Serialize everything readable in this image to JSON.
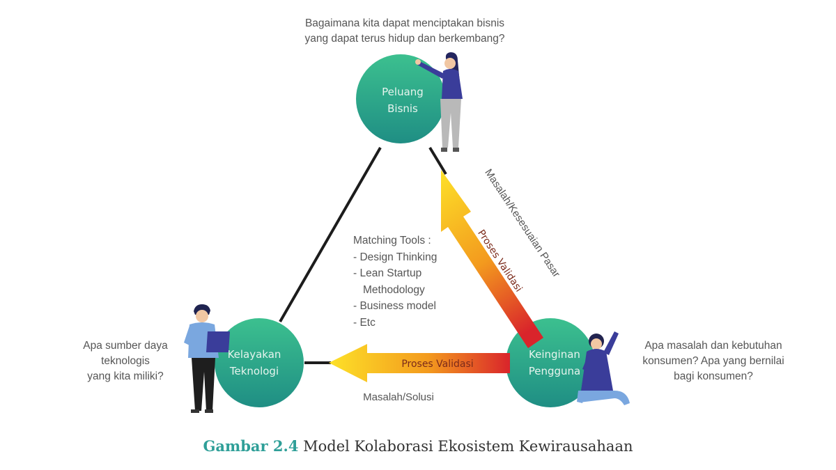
{
  "question_top": [
    "Bagaimana kita dapat menciptakan bisnis",
    "yang dapat terus hidup dan berkembang?"
  ],
  "question_left": [
    "Apa sumber daya",
    "teknologis",
    "yang kita miliki?"
  ],
  "question_right": [
    "Apa masalah dan kebutuhan",
    "konsumen? Apa yang bernilai",
    "bagi konsumen?"
  ],
  "nodes": {
    "top": [
      "Peluang",
      "Bisnis"
    ],
    "left": [
      "Kelayakan",
      "Teknologi"
    ],
    "right": [
      "Keinginan",
      "Pengguna"
    ]
  },
  "matching_tools": {
    "title": "Matching Tools :",
    "items": [
      "- Design Thinking",
      "- Lean Startup",
      "Methodology",
      "- Business model",
      "- Etc"
    ]
  },
  "arrow_diagonal_label": "Proses Validasi",
  "arrow_horizontal_label": "Proses Validasi",
  "edge_right_label": "Masalah/Kesesuaian Pasar",
  "edge_bottom_label": "Masalah/Solusi",
  "caption": {
    "figure": "Gambar 2.4",
    "title": "Model Kolaborasi Ekosistem Kewirausahaan"
  },
  "colors": {
    "circle_top": "#3cc08f",
    "circle_bottom": "#1f8e84",
    "arrow_yellow": "#fde128",
    "arrow_red": "#d9242b",
    "line": "#1c1c1c",
    "caption_accent": "#2f9f98"
  }
}
